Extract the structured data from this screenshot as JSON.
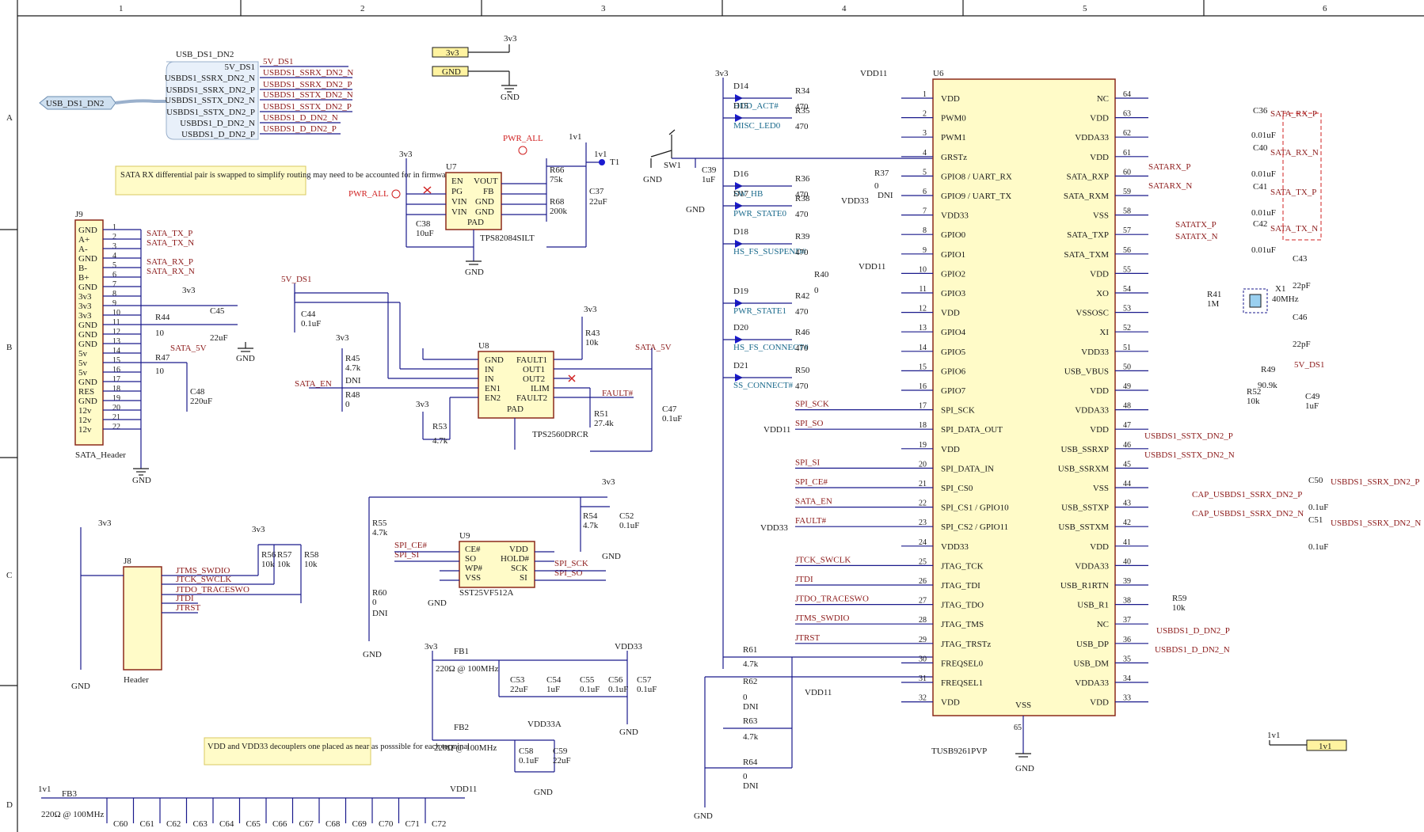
{
  "border": {
    "columns": [
      "1",
      "2",
      "3",
      "4",
      "5",
      "6"
    ],
    "rows": [
      "A",
      "B",
      "C",
      "D"
    ]
  },
  "harness": {
    "name": "USB_DS1_DN2",
    "port_label": "USB_DS1_DN2",
    "entries": [
      "5V_DS1",
      "USBDS1_SSRX_DN2_N",
      "USBDS1_SSRX_DN2_P",
      "USBDS1_SSTX_DN2_N",
      "USBDS1_SSTX_DN2_P",
      "USBDS1_D_DN2_N",
      "USBDS1_D_DN2_P"
    ],
    "nets": [
      "5V_DS1",
      "USBDS1_SSRX_DN2_N",
      "USBDS1_SSRX_DN2_P",
      "USBDS1_SSTX_DN2_N",
      "USBDS1_SSTX_DN2_P",
      "USBDS1_D_DN2_N",
      "USBDS1_D_DN2_P"
    ]
  },
  "power_ports": {
    "p3v3": "3v3",
    "gnd": "GND",
    "p1v1": "1v1",
    "vdd11": "VDD11",
    "vdd33": "VDD33",
    "vdd33a": "VDD33A",
    "sata5v": "SATA_5V",
    "v5ds1": "5V_DS1",
    "pwr_all": "PWR_ALL",
    "t1": "T1"
  },
  "notes": {
    "sata": "SATA RX differential pair is swapped to simplify routing may need to be accounted for in firmware",
    "vdd": "VDD and VDD33 decouplers one placed as near as posssible for each terminal"
  },
  "j9": {
    "ref": "J9",
    "name": "SATA_Header",
    "pins": [
      "GND",
      "A+",
      "A-",
      "GND",
      "B-",
      "B+",
      "GND",
      "3v3",
      "3v3",
      "3v3",
      "GND",
      "GND",
      "GND",
      "5v",
      "5v",
      "5v",
      "GND",
      "RES",
      "GND",
      "12v",
      "12v",
      "12v"
    ],
    "nets": [
      "SATA_TX_P",
      "SATA_TX_N",
      "SATA_RX_P",
      "SATA_RX_N"
    ]
  },
  "u7": {
    "ref": "U7",
    "part": "TPS82084SILT",
    "left_pins": [
      "EN",
      "PG",
      "VIN",
      "VIN"
    ],
    "right_pins": [
      "VOUT",
      "FB",
      "GND",
      "GND"
    ],
    "bottom_pin": "PAD"
  },
  "u8": {
    "ref": "U8",
    "part": "TPS2560DRCR",
    "left_pins": [
      "GND",
      "IN",
      "IN",
      "EN1",
      "EN2"
    ],
    "right_pins": [
      "FAULT1",
      "OUT1",
      "OUT2",
      "ILIM",
      "FAULT2"
    ],
    "bottom_pin": "PAD"
  },
  "u9": {
    "ref": "U9",
    "part": "SST25VF512A",
    "left_pins": [
      "CE#",
      "SO",
      "WP#",
      "VSS"
    ],
    "right_pins": [
      "VDD",
      "HOLD#",
      "SCK",
      "SI"
    ],
    "nets_left": [
      "SPI_CE#",
      "SPI_SI"
    ],
    "nets_right": [
      "SPI_SCK",
      "SPI_SO"
    ]
  },
  "j8": {
    "ref": "J8",
    "name": "Header",
    "nets": [
      "JTMS_SWDIO",
      "JTCK_SWCLK",
      "JTDO_TRACESWO",
      "JTDI",
      "JTRST"
    ]
  },
  "u6": {
    "ref": "U6",
    "part": "TUSB9261PVP",
    "left_pins": [
      "VDD",
      "PWM0",
      "PWM1",
      "GRSTz",
      "GPIO8 / UART_RX",
      "GPIO9 / UART_TX",
      "VDD33",
      "GPIO0",
      "GPIO1",
      "GPIO2",
      "GPIO3",
      "VDD",
      "GPIO4",
      "GPIO5",
      "GPIO6",
      "GPIO7",
      "SPI_SCK",
      "SPI_DATA_OUT",
      "VDD",
      "SPI_DATA_IN",
      "SPI_CS0",
      "SPI_CS1 / GPIO10",
      "SPI_CS2 / GPIO11",
      "VDD33",
      "JTAG_TCK",
      "JTAG_TDI",
      "JTAG_TDO",
      "JTAG_TMS",
      "JTAG_TRSTz",
      "FREQSEL0",
      "FREQSEL1",
      "VDD"
    ],
    "left_nums": [
      "1",
      "2",
      "3",
      "4",
      "5",
      "6",
      "7",
      "8",
      "9",
      "10",
      "11",
      "12",
      "13",
      "14",
      "15",
      "16",
      "17",
      "18",
      "19",
      "20",
      "21",
      "22",
      "23",
      "24",
      "25",
      "26",
      "27",
      "28",
      "29",
      "30",
      "31",
      "32"
    ],
    "right_pins": [
      "NC",
      "VDD",
      "VDDA33",
      "VDD",
      "SATA_RXP",
      "SATA_RXM",
      "VSS",
      "SATA_TXP",
      "SATA_TXM",
      "VDD",
      "XO",
      "VSSOSC",
      "XI",
      "VDD33",
      "USB_VBUS",
      "VDD",
      "VDDA33",
      "VDD",
      "USB_SSRXP",
      "USB_SSRXM",
      "VSS",
      "USB_SSTXP",
      "USB_SSTXM",
      "VDD",
      "VDDA33",
      "USB_R1RTN",
      "USB_R1",
      "NC",
      "USB_DP",
      "USB_DM",
      "VDDA33",
      "VDD"
    ],
    "right_nums": [
      "64",
      "63",
      "62",
      "61",
      "60",
      "59",
      "58",
      "57",
      "56",
      "55",
      "54",
      "53",
      "52",
      "51",
      "50",
      "49",
      "48",
      "47",
      "46",
      "45",
      "44",
      "43",
      "42",
      "41",
      "40",
      "39",
      "38",
      "37",
      "36",
      "35",
      "34",
      "33"
    ],
    "vss": "VSS",
    "vss_num": "65",
    "left_nets": {
      "spi_sck": "SPI_SCK",
      "spi_so": "SPI_SO",
      "spi_si": "SPI_SI",
      "spi_ce": "SPI_CE#",
      "sata_en": "SATA_EN",
      "fault": "FAULT#",
      "jtck": "JTCK_SWCLK",
      "jtdi": "JTDI",
      "jtdo": "JTDO_TRACESWO",
      "jtms": "JTMS_SWDIO",
      "jtrst": "JTRST"
    },
    "right_nets": {
      "satarx_p": "SATARX_P",
      "satarx_n": "SATARX_N",
      "satatx_p": "SATATX_P",
      "satatx_n": "SATATX_N",
      "sstx_p": "USBDS1_SSTX_DN2_P",
      "sstx_n": "USBDS1_SSTX_DN2_N",
      "cap_ssrx_p": "CAP_USBDS1_SSRX_DN2_P",
      "cap_ssrx_n": "CAP_USBDS1_SSRX_DN2_N",
      "ssrx_p": "USBDS1_SSRX_DN2_P",
      "ssrx_n": "USBDS1_SSRX_DN2_N",
      "d_p": "USBDS1_D_DN2_P",
      "d_n": "USBDS1_D_DN2_N",
      "sata_rx_p": "SATA_RX_P",
      "sata_rx_n": "SATA_RX_N",
      "sata_tx_p": "SATA_TX_P",
      "sata_tx_n": "SATA_TX_N"
    }
  },
  "leds": [
    {
      "ref": "D14",
      "net": "HDD_ACT#",
      "r": "R34",
      "val": "470"
    },
    {
      "ref": "D15",
      "net": "MISC_LED0",
      "r": "R35",
      "val": "470"
    },
    {
      "ref": "D16",
      "net": "SW_HB",
      "r": "R36",
      "val": "470"
    },
    {
      "ref": "D17",
      "net": "PWR_STATE0",
      "r": "R38",
      "val": "470"
    },
    {
      "ref": "D18",
      "net": "HS_FS_SUSPEND#",
      "r": "R39",
      "val": "470"
    },
    {
      "ref": "D19",
      "net": "PWR_STATE1",
      "r": "R42",
      "val": "470"
    },
    {
      "ref": "D20",
      "net": "HS_FS_CONNECT#",
      "r": "R46",
      "val": "470"
    },
    {
      "ref": "D21",
      "net": "SS_CONNECT#",
      "r": "R50",
      "val": "470"
    }
  ],
  "passives": {
    "c36": "C36",
    "c40": "C40",
    "c41": "C41",
    "c42": "C42",
    "c_001": "0.01uF",
    "c43": "C43",
    "c46": "C46",
    "c_22p": "22pF",
    "x1": "X1",
    "x1v": "40MHz",
    "r41": "R41",
    "r41v": "1M",
    "r49": "R49",
    "r49v": "90.9k",
    "r52": "R52",
    "r52v": "10k",
    "c49": "C49",
    "c49v": "1uF",
    "c50": "C50",
    "c51": "C51",
    "c_01": "0.1uF",
    "r59": "R59",
    "r59v": "10k",
    "r37": "R37",
    "r37v": "0",
    "dni": "DNI",
    "r40": "R40",
    "r40v": "0",
    "sw1": "SW1",
    "c39": "C39",
    "c39v": "1uF",
    "r61": "R61",
    "r61v": "4.7k",
    "r62": "R62",
    "r62v": "0",
    "r63": "R63",
    "r63v": "4.7k",
    "r64": "R64",
    "r64v": "0",
    "c38": "C38",
    "c38v": "10uF",
    "r66": "R66",
    "r66v": "75k",
    "r68": "R68",
    "r68v": "200k",
    "c37": "C37",
    "c37v": "22uF",
    "c44": "C44",
    "c44v": "0.1uF",
    "r45": "R45",
    "r45v": "4.7k",
    "r48": "R48",
    "r48v": "0",
    "r53": "R53",
    "r53v": "4.7k",
    "r43": "R43",
    "r43v": "10k",
    "r51": "R51",
    "r51v": "27.4k",
    "c47": "C47",
    "c47v": "0.1uF",
    "r44": "R44",
    "r44v": "10",
    "r47": "R47",
    "r47v": "10",
    "c45": "C45",
    "c45v": "22uF",
    "c48": "C48",
    "c48v": "220uF",
    "r55": "R55",
    "r55v": "4.7k",
    "r60": "R60",
    "r60v": "0",
    "r54": "R54",
    "r54v": "4.7k",
    "c52": "C52",
    "c52v": "0.1uF",
    "r56": "R56",
    "r57": "R57",
    "r58": "R58",
    "r_10k": "10k",
    "fb1": "FB1",
    "fb2": "FB2",
    "fb3": "FB3",
    "fbv": "220Ω @ 100MHz",
    "c53": "C53",
    "c53v": "22uF",
    "c54": "C54",
    "c54v": "1uF",
    "c55": "C55",
    "c56": "C56",
    "c57": "C57",
    "c58": "C58",
    "c58v": "0.1uF",
    "c59": "C59",
    "c59v": "22uF",
    "c60": "C60",
    "c61": "C61",
    "c62": "C62",
    "c63": "C63",
    "c64": "C64",
    "c65": "C65",
    "c66": "C66",
    "c67": "C67",
    "c68": "C68",
    "c69": "C69",
    "c70": "C70",
    "c71": "C71",
    "c72": "C72",
    "sata_en": "SATA_EN",
    "fault": "FAULT#"
  }
}
